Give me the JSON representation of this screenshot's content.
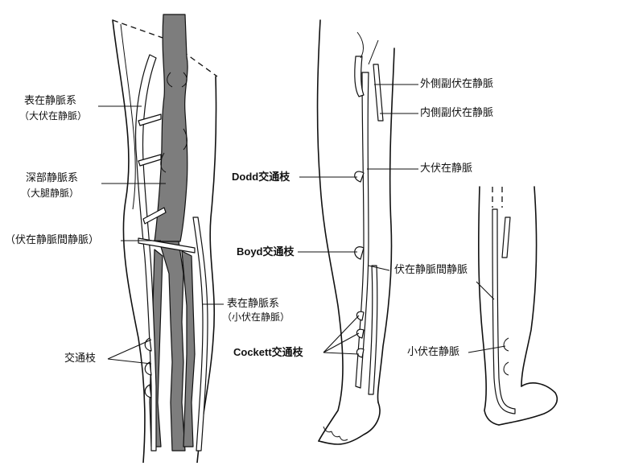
{
  "figure": {
    "left_leg": {
      "superficial_system": {
        "name": "表在静脈系",
        "sub": "（大伏在静脈）"
      },
      "deep_system": {
        "name": "深部静脈系",
        "sub": "（大腿静脈）"
      },
      "inter_saphenous": "（伏在静脈間静脈）",
      "superficial_system_2": {
        "name": "表在静脈系",
        "sub": "（小伏在静脈）"
      },
      "communicating": "交通枝"
    },
    "middle_leg": {
      "lateral_accessory": "外側副伏在静脈",
      "medial_accessory": "内側副伏在静脈",
      "great_saphenous": "大伏在静脈",
      "dodd": "Dodd交通枝",
      "boyd": "Boyd交通枝",
      "cockett": "Cockett交通枝"
    },
    "right_leg": {
      "inter_saphenous": "伏在静脈間静脈",
      "small_saphenous": "小伏在静脈"
    }
  }
}
